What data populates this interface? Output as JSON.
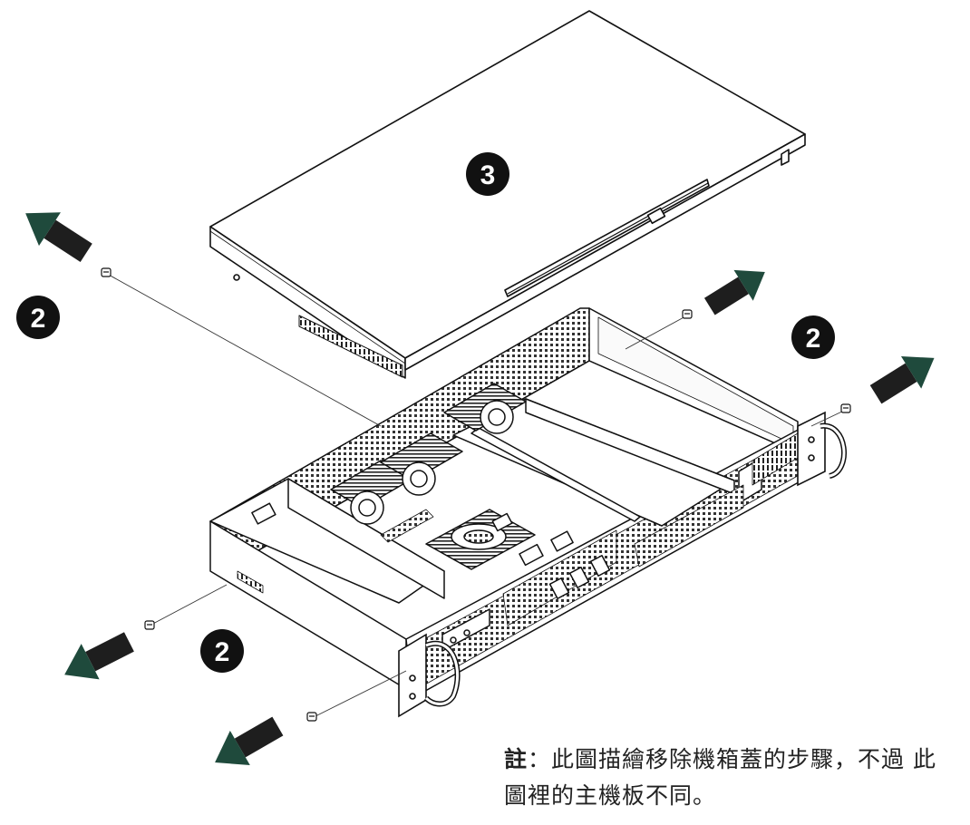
{
  "diagram": {
    "step_labels": [
      {
        "id": "cover",
        "text": "3"
      },
      {
        "id": "left-top",
        "text": "2"
      },
      {
        "id": "right-top",
        "text": "2"
      },
      {
        "id": "bottom-front",
        "text": "2"
      }
    ],
    "note": {
      "prefix": "註",
      "separator": "：",
      "line1": "此圖描繪移除機箱蓋的步驟，不過 此",
      "line2": "圖裡的主機板不同。"
    },
    "colors": {
      "arrow_body": "#1e1e1e",
      "arrow_head": "#1f4a3c",
      "line": "#111111",
      "badge": "#111111"
    }
  }
}
